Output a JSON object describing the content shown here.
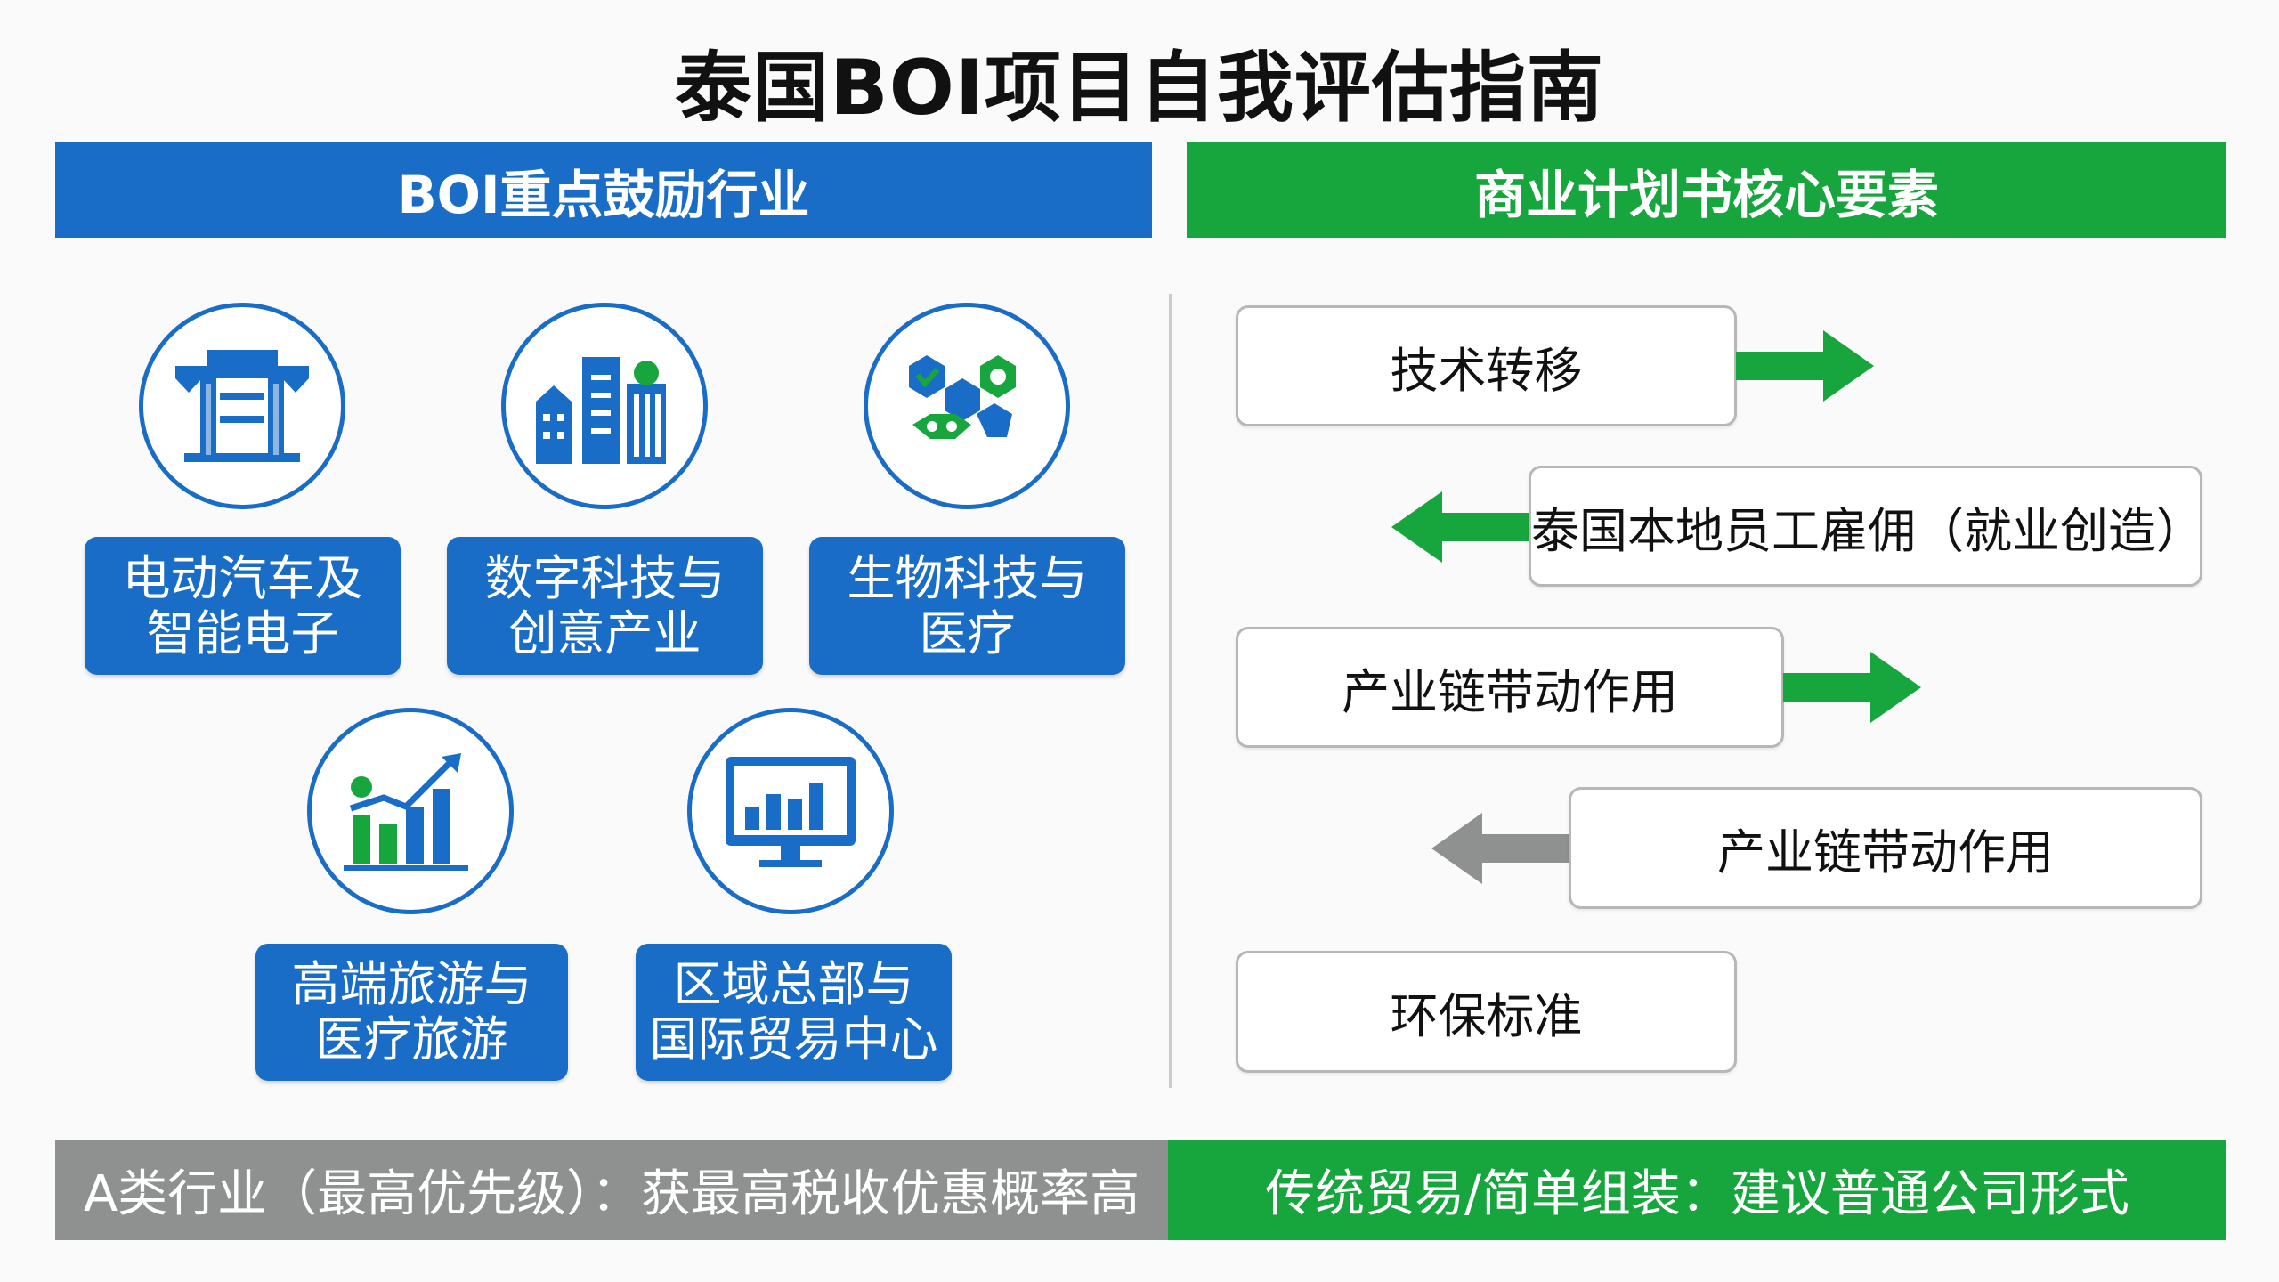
{
  "title": "泰国BOI项目自我评估指南",
  "left_header": "BOI重点鼓励行业",
  "right_header": "商业计划书核心要素",
  "industries": [
    {
      "line1": "电动汽车及",
      "line2": "智能电子",
      "icon": "bridge-icon"
    },
    {
      "line1": "数字科技与",
      "line2": "创意产业",
      "icon": "city-buildings-icon"
    },
    {
      "line1": "生物科技与",
      "line2": "医疗",
      "icon": "molecules-icon"
    },
    {
      "line1": "高端旅游与",
      "line2": "医疗旅游",
      "icon": "growth-chart-icon"
    },
    {
      "line1": "区域总部与",
      "line2": "国际贸易中心",
      "icon": "monitor-chart-icon"
    }
  ],
  "elements": [
    {
      "label": "技术转移",
      "arrow": "right",
      "arrow_color": "#17a63d"
    },
    {
      "label": "泰国本地员工雇佣（就业创造）",
      "arrow": "left",
      "arrow_color": "#17a63d"
    },
    {
      "label": "产业链带动作用",
      "arrow": "right",
      "arrow_color": "#17a63d"
    },
    {
      "label": "产业链带动作用",
      "arrow": "left",
      "arrow_color": "#8e9190"
    },
    {
      "label": "环保标准",
      "arrow": "none"
    }
  ],
  "footer_left": "A类行业（最高优先级）：获最高税收优惠概率高",
  "footer_right": "传统贸易/简单组装：建议普通公司形式",
  "colors": {
    "blue": "#1a6dc7",
    "green": "#17a63d",
    "grey": "#8e9190"
  }
}
